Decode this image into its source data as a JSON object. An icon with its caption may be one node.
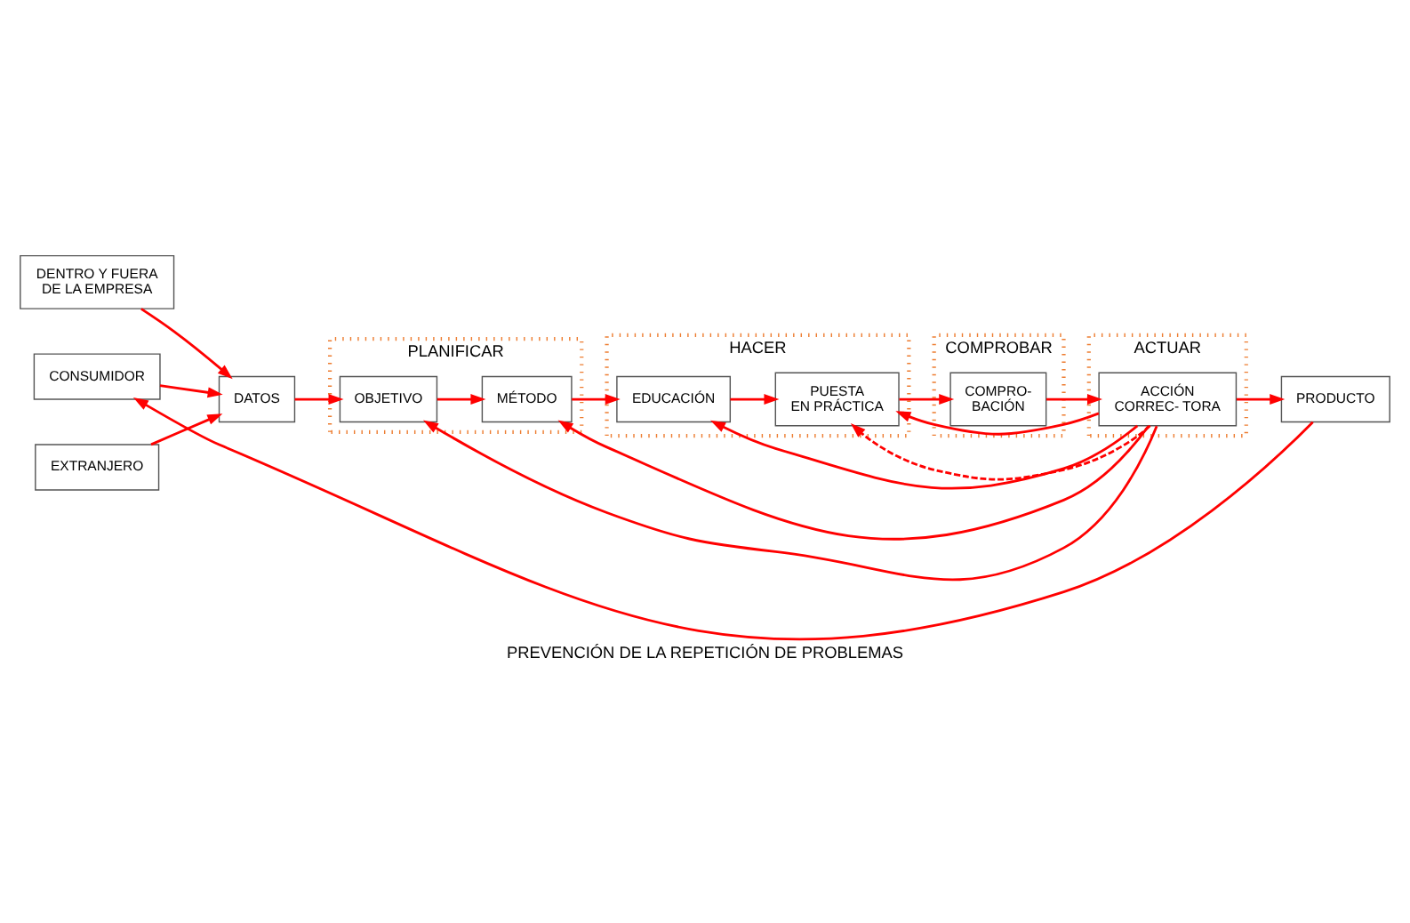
{
  "diagram": {
    "caption": "PREVENCIÓN DE LA REPETICIÓN DE PROBLEMAS",
    "nodes": [
      {
        "text": [
          "DENTRO Y FUERA DE LA EMPRESA"
        ]
      },
      {
        "text": [
          "EXTRANJERO"
        ]
      },
      {
        "text": [
          "DATOS"
        ]
      },
      {
        "text": [
          "CONSUMIDOR"
        ]
      },
      {
        "text": [
          "PLANIFICAR"
        ]
      },
      {
        "text": [
          "OBJETIVO"
        ],
        "in": 4
      },
      {
        "text": [
          "MÉTODO"
        ],
        "in": 4
      },
      {
        "text": [
          "HACER"
        ]
      },
      {
        "text": [
          "EDUCACIÓN"
        ],
        "in": 7
      },
      {
        "text": [
          "PUESTA EN PRÁCTICA"
        ],
        "in": 7
      },
      {
        "text": [
          "COMPROBAR"
        ]
      },
      {
        "text": [
          "COMPRO- BACIÓN"
        ],
        "in": 10
      },
      {
        "text": [
          "ACTUAR"
        ]
      },
      {
        "text": [
          "ACCIÓN CORREC- TORA"
        ],
        "in": 12
      },
      {
        "text": [
          "PRODUCTO"
        ]
      }
    ],
    "edges": [
      {
        "from": 0,
        "to": 2,
        "arrow": "to"
      },
      {
        "from": 1,
        "to": 2,
        "arrow": "to"
      },
      {
        "from": 3,
        "to": 2,
        "arrow": "to"
      },
      {
        "from": 2,
        "to": 5,
        "arrow": "to"
      },
      {
        "from": 5,
        "to": 6,
        "arrow": "to"
      },
      {
        "from": 6,
        "to": 8,
        "arrow": "to"
      },
      {
        "from": 8,
        "to": 9,
        "arrow": "to"
      },
      {
        "from": 9,
        "to": 11,
        "arrow": "to"
      },
      {
        "from": 11,
        "to": 13,
        "arrow": "to"
      },
      {
        "from": 13,
        "to": 14,
        "arrow": "to"
      },
      {
        "from": 14,
        "to": 3,
        "arrow": "to"
      },
      {
        "from": 13,
        "to": 9,
        "arrow": "to",
        "style": "dashed"
      },
      {
        "from": 13,
        "to": 5,
        "arrow": "to"
      },
      {
        "from": 13,
        "to": 6,
        "arrow": "to"
      },
      {
        "from": 13,
        "to": 8,
        "arrow": "to"
      },
      {
        "from": 13,
        "to": 9,
        "arrow": "to"
      }
    ]
  }
}
